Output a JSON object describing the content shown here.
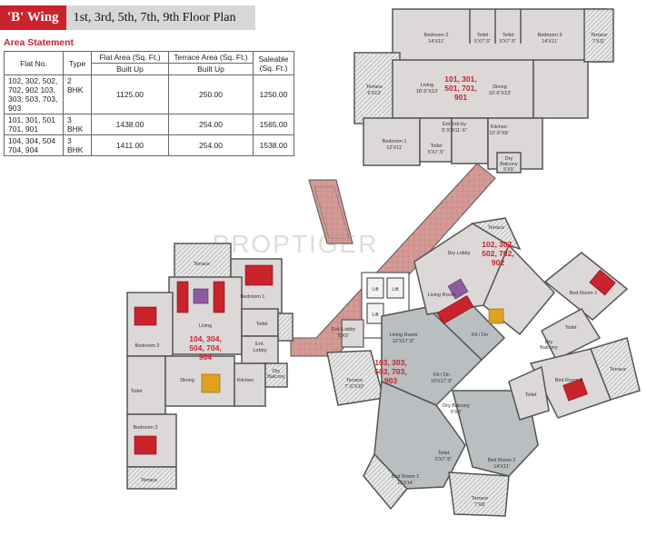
{
  "header": {
    "wing": "'B' Wing",
    "floors": "1st, 3rd, 5th, 7th, 9th Floor Plan"
  },
  "area_statement": {
    "title": "Area Statement",
    "columns": {
      "flat_no": "Flat No.",
      "type": "Type",
      "flat_area": "Flat Area (Sq. Ft.)",
      "terrace_area": "Terrace Area (Sq. Ft.)",
      "saleable": "Saleable (Sq. Ft.)",
      "built_up": "Built Up"
    },
    "rows": [
      {
        "flat_no": "102, 302, 502, 702, 902 103, 303, 503, 703, 903",
        "type": "2 BHK",
        "flat": "1125.00",
        "terrace": "250.00",
        "saleable": "1250.00"
      },
      {
        "flat_no": "101, 301, 501 701, 901",
        "type": "3 BHK",
        "flat": "1438.00",
        "terrace": "254.00",
        "saleable": "1565.00"
      },
      {
        "flat_no": "104, 304, 504 704, 904",
        "type": "3 BHK",
        "flat": "1411.00",
        "terrace": "254.00",
        "saleable": "1538.00"
      }
    ]
  },
  "watermark": "PROPTIGER",
  "flats": {
    "top": [
      "101, 301,",
      "501, 701,",
      "901"
    ],
    "left": [
      "104, 304,",
      "504, 704,",
      "904"
    ],
    "center": [
      "103, 303,",
      "503, 703,",
      "903"
    ],
    "right": [
      "102, 302,",
      "502, 702,",
      "902"
    ]
  },
  "rooms": {
    "top_bedroom2": [
      "Bedroom 2",
      "14'X11'"
    ],
    "top_toilet1": [
      "Toilet",
      "5'X7'.5\""
    ],
    "top_toilet2": [
      "Toilet",
      "5'X7'.5\""
    ],
    "top_bedroom3": [
      "Bedroom 3",
      "14'X11'"
    ],
    "top_terrace_r": [
      "Terrace",
      "7'X11'"
    ],
    "top_terrace_l": [
      "Terrace",
      "6'X13'"
    ],
    "top_living": [
      "Living",
      "18'.6\"X13'"
    ],
    "top_dining": [
      "Dining",
      "10'.6\"X13'"
    ],
    "top_ent": [
      "Ent. lob by",
      "5'.5\"X11'.6\""
    ],
    "top_kitchen": [
      "Kitchen",
      "10'.6\"X8'"
    ],
    "top_bedroom1": [
      "Bedroom 1",
      "12'X11'"
    ],
    "top_toilet3": [
      "Toilet",
      "5'X7'.5\""
    ],
    "top_dry": [
      "Dry",
      "Balcony",
      "5'X5'"
    ],
    "left_terrace_top": [
      "Terrace"
    ],
    "left_bedroom1": [
      "Bedroom 1"
    ],
    "left_living": [
      "Living"
    ],
    "left_toilet": [
      "Toilet"
    ],
    "left_bedroom2": [
      "Bedroom 2"
    ],
    "left_ent": [
      "Ent.",
      "Lobby"
    ],
    "left_toilet2": [
      "Toilet"
    ],
    "left_dining": [
      "Dining"
    ],
    "left_kitchen": [
      "Kitchen"
    ],
    "left_dry": [
      "Dry",
      "Balcony"
    ],
    "left_bedroom3": [
      "Bedroom 3"
    ],
    "left_terrace_bot": [
      "Terrace"
    ],
    "c_lift1": [
      "Lift"
    ],
    "c_lift2": [
      "Lift"
    ],
    "c_lift3": [
      "Lift"
    ],
    "c_entlobby": [
      "Ent. Lobby",
      "5'X5'"
    ],
    "c_living": [
      "Living Room",
      "12'X17'.5\""
    ],
    "c_kit": [
      "Kit / Dn",
      "10'X17'.5\""
    ],
    "c_terrace": [
      "Terrace",
      "7'.6\"X10'"
    ],
    "c_dry": [
      "Dry Balcony",
      "5'X5'"
    ],
    "c_toilet": [
      "Toilet",
      "5'X7'.5\""
    ],
    "c_bedroom1": [
      "Bed Room 1",
      "11'X14'"
    ],
    "c_bedroom2": [
      "Bed Room 2",
      "14'X11'"
    ],
    "c_terrace_b": [
      "Terrace",
      "7'X8'"
    ],
    "r_drylobby": [
      "Dry Lobby"
    ],
    "r_terrace": [
      "Terrace"
    ],
    "r_living": [
      "Living Room"
    ],
    "r_kit": [
      "Kit / Dn"
    ],
    "r_bedroom1": [
      "Bed Room 1"
    ],
    "r_bedroom2": [
      "Bed Room 2"
    ],
    "r_toilet": [
      "Toilet"
    ],
    "r_toilet2": [
      "Toilet"
    ],
    "r_dry": [
      "Dry",
      "Balcony"
    ],
    "r_terrace2": [
      "Terrace"
    ]
  }
}
